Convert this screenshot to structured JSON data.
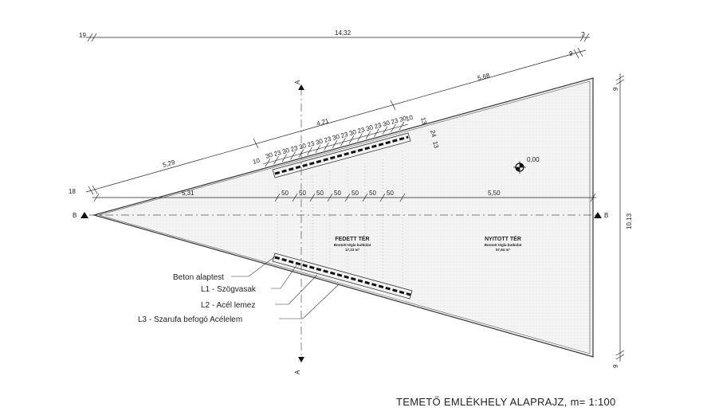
{
  "title": "TEMETŐ EMLÉKHELY ALAPRAJZ, m= 1:100",
  "dimensions": {
    "top_total": "14,32",
    "top_left": "19",
    "top_right": "7",
    "slope_left": "5,29",
    "slope_right": "5,68",
    "slope_end": "9",
    "slope_start": "18",
    "slope_middle": "4,21",
    "slope_edge_left": "10",
    "slope_edge_right": "10",
    "slope_repeat": [
      "30",
      "23",
      "30",
      "23",
      "30",
      "23",
      "30",
      "23",
      "30",
      "23",
      "30",
      "23",
      "30",
      "23",
      "30",
      "23",
      "30"
    ],
    "corner_a": "13",
    "corner_b": "24",
    "corner_c": "13",
    "horizontal_left": "5,31",
    "horizontal_right": "5,50",
    "horizontal_repeat": [
      "50",
      "50",
      "50",
      "50",
      "50",
      "50",
      "50"
    ],
    "right_total": "10,13",
    "right_top": "9",
    "right_bottom": "9"
  },
  "level_marker": "0,00",
  "section_labels": {
    "a_top": "A",
    "a_bottom": "A",
    "b_left": "B",
    "b_right": "B"
  },
  "spaces": [
    {
      "name": "FEDETT TÉR",
      "finish": "Bontott tégla butkolat",
      "area": "17,23 m²"
    },
    {
      "name": "NYITOTT TÉR",
      "finish": "Bontott tégla butkolat",
      "area": "57,94 m²"
    }
  ],
  "legend": [
    "Beton alaptest",
    "L1 - Szögvasak",
    "L2 - Acél lemez",
    "L3 - Szarufa befogó Acélelem"
  ]
}
